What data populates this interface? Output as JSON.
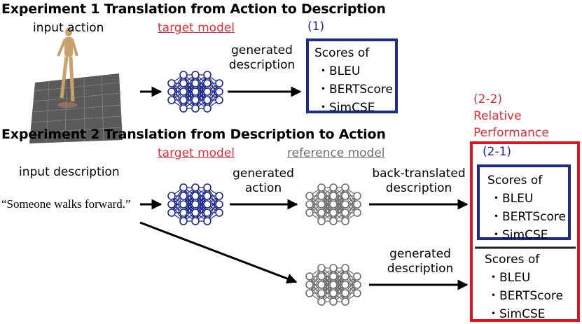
{
  "exp1": {
    "title": "Experiment 1  Translation from Action to Description",
    "input_label": "input action",
    "target_model": "target model",
    "arrow_label_1": "generated",
    "arrow_label_2": "description",
    "tag": "(1)",
    "scores_title": "Scores of",
    "metrics": [
      "・BLEU",
      "・BERTScore",
      "・SimCSE"
    ]
  },
  "exp2": {
    "title": "Experiment 2 Translation from Description to Action",
    "input_label": "input description",
    "input_text": "“Someone walks forward.”",
    "target_model": "target model",
    "reference_model": "reference model",
    "action_label_1": "generated",
    "action_label_2": "action",
    "back_label_1": "back-translated",
    "back_label_2": "description",
    "gen_label_1": "generated",
    "gen_label_2": "description",
    "tag_relative_1": "(2-2)",
    "tag_relative_2": "Relative",
    "tag_relative_3": "Performance",
    "tag_inner": "(2-1)",
    "scores_title": "Scores of",
    "metrics": [
      "・BLEU",
      "・BERTScore",
      "・SimCSE"
    ]
  },
  "colors": {
    "blue": "#1f2a8c",
    "red": "#e0141e",
    "gray": "#6e6e6e"
  }
}
